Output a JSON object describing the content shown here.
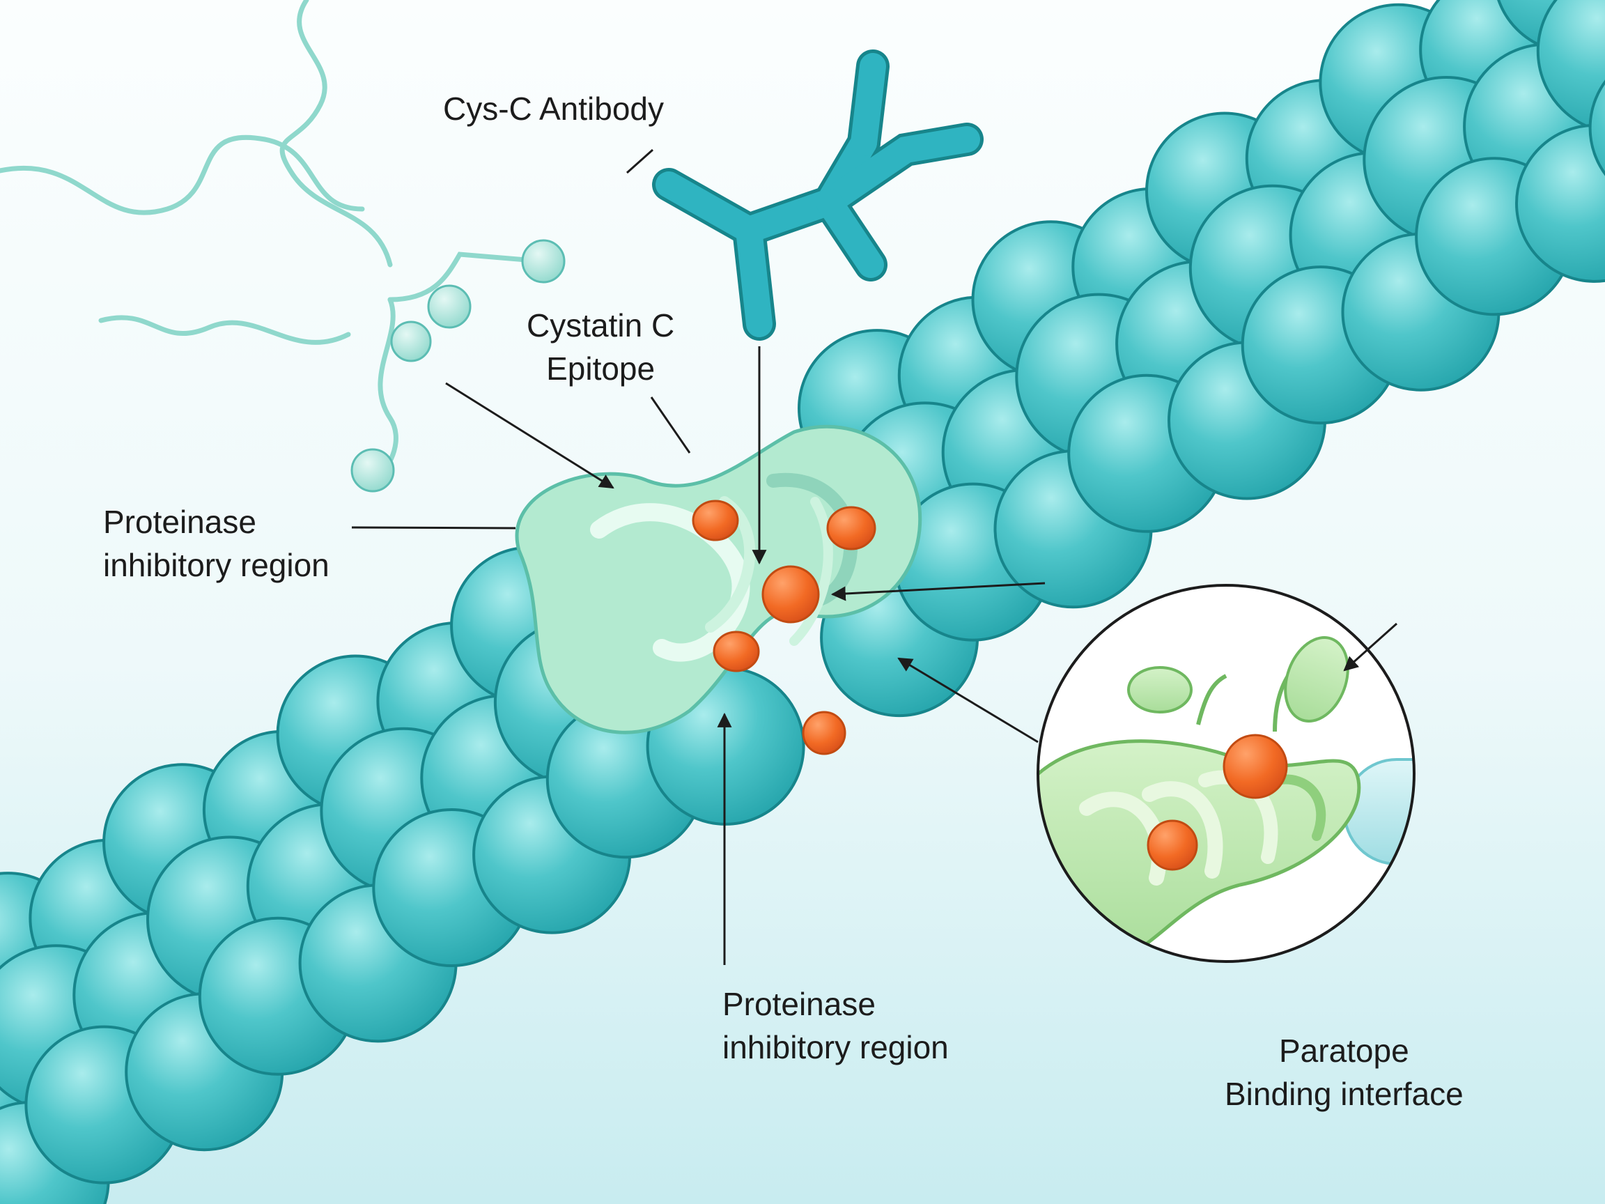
{
  "labels": {
    "antibody": "Cys-C Antibody",
    "epitope": [
      "Cystatin C",
      "Epitope"
    ],
    "inhibitory_left": [
      "Proteinase",
      "inhibitory region"
    ],
    "inhibitory_bottom": [
      "Proteinase",
      "inhibitory region"
    ],
    "paratope": [
      "Paratope",
      "Binding interface"
    ]
  },
  "colors": {
    "background_top": "#fbfefe",
    "background_bottom": "#c8ecf0",
    "sphere_fill": "#3fbfc4",
    "sphere_highlight": "#a9ecec",
    "sphere_outline": "#17858b",
    "epitope_fold": "#b3ead0",
    "antibody": "#23a8b6",
    "residue": "#f26a24",
    "paratope_fold": "#a9dd9a",
    "linker_fiber": "#8fd8cc"
  }
}
